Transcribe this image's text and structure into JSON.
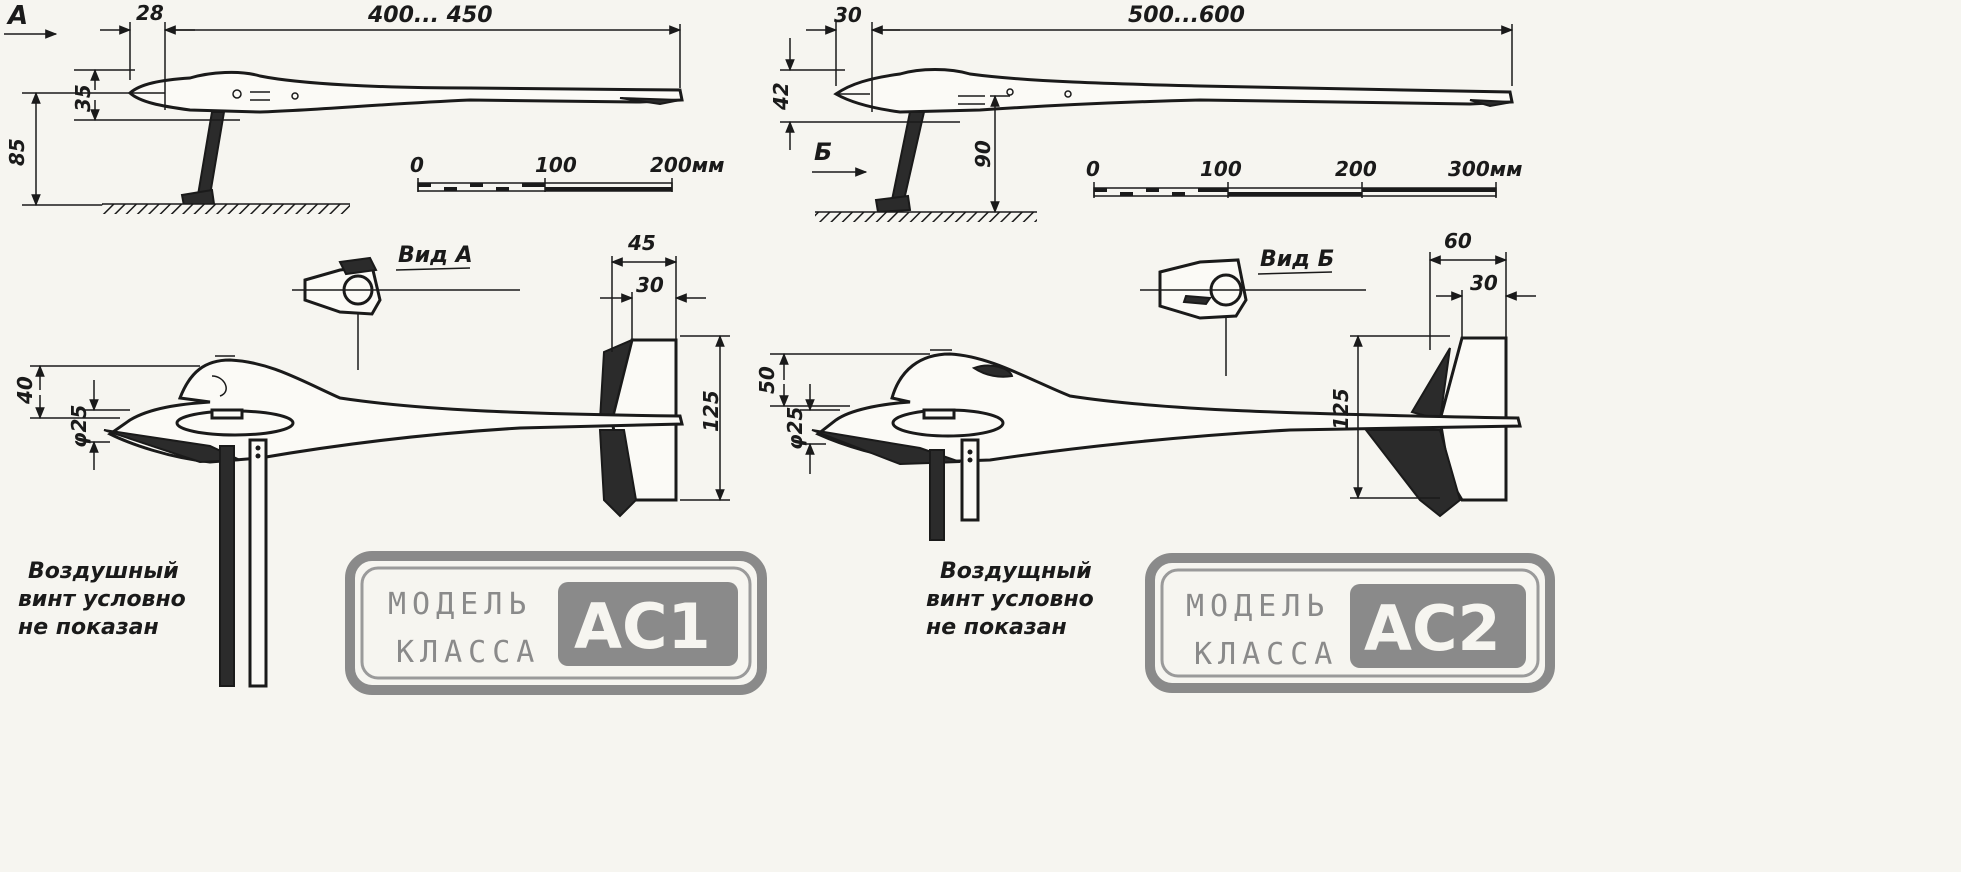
{
  "view_a_label": "А",
  "view_b_label": "Б",
  "model_1": {
    "dims": {
      "nose_length": "28",
      "fuselage_length": "400... 450",
      "fuselage_height": "35",
      "gear_height": "85",
      "tail_width": "45",
      "tail_offset": "30",
      "canopy_height": "40",
      "nose_diameter": "φ25",
      "tail_height": "125"
    },
    "scale": {
      "ticks": [
        "0",
        "100",
        "200мм"
      ]
    },
    "view_caption": "Вид А",
    "note_lines": [
      "Воздушный",
      "винт  условно",
      "не  показан"
    ],
    "stamp": {
      "line1": "МОДЕЛЬ",
      "line2": "КЛАССА",
      "code": "АС1"
    }
  },
  "model_2": {
    "dims": {
      "nose_length": "30",
      "fuselage_length": "500...600",
      "fuselage_height": "42",
      "gear_height": "90",
      "tail_width": "60",
      "tail_offset": "30",
      "canopy_height": "50",
      "nose_diameter": "φ25",
      "tail_height": "125"
    },
    "scale": {
      "ticks": [
        "0",
        "100",
        "200",
        "300мм"
      ]
    },
    "view_caption": "Вид Б",
    "note_lines": [
      "Воздущный",
      "винт  условно",
      "не  показан"
    ],
    "stamp": {
      "line1": "МОДЕЛЬ",
      "line2": "КЛАССА",
      "code": "АС2"
    }
  },
  "colors": {
    "ink": "#1a1a1a",
    "paper": "#f6f5f0",
    "stamp_gray": "#8a8a8a"
  }
}
